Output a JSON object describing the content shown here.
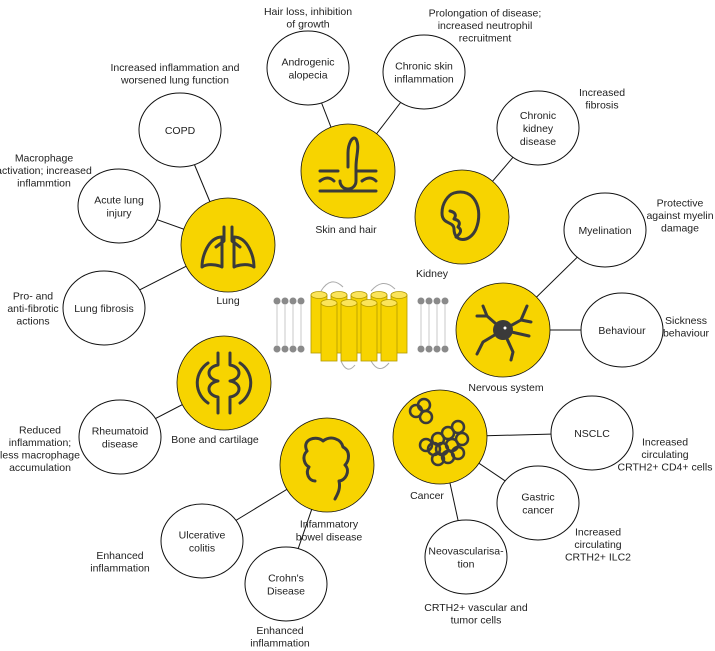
{
  "colors": {
    "hub_fill": "#f7d400",
    "icon": "#3a3a3a",
    "outline": "#111111",
    "membrane": "#8a8a8a"
  },
  "hubs": [
    {
      "id": "lung",
      "label": [
        "Lung"
      ],
      "icon": "lungs-icon"
    },
    {
      "id": "skin",
      "label": [
        "Skin and hair"
      ],
      "icon": "hair-follicle-icon"
    },
    {
      "id": "kidney",
      "label": [
        "Kidney"
      ],
      "icon": "kidney-icon"
    },
    {
      "id": "nervous",
      "label": [
        "Nervous system"
      ],
      "icon": "neuron-icon"
    },
    {
      "id": "bone",
      "label": [
        "Bone and cartilage"
      ],
      "icon": "joint-icon"
    },
    {
      "id": "ibd",
      "label": [
        "Infammatory",
        "bowel disease"
      ],
      "icon": "intestine-icon"
    },
    {
      "id": "cancer",
      "label": [
        "Cancer"
      ],
      "icon": "cancer-cells-icon"
    }
  ],
  "conditions": [
    {
      "id": "copd",
      "hub": "lung",
      "label": [
        "COPD"
      ],
      "effect": [
        "Increased inflammation and",
        "worsened lung function"
      ]
    },
    {
      "id": "ali",
      "hub": "lung",
      "label": [
        "Acute lung",
        "injury"
      ],
      "effect": [
        "Macrophage",
        "activation; increased",
        "inflammtion"
      ]
    },
    {
      "id": "lungfib",
      "hub": "lung",
      "label": [
        "Lung fibrosis"
      ],
      "effect": [
        "Pro- and",
        "anti-fibrotic",
        "actions"
      ]
    },
    {
      "id": "alopecia",
      "hub": "skin",
      "label": [
        "Androgenic",
        "alopecia"
      ],
      "effect": [
        "Hair loss, inhibition",
        "of growth"
      ]
    },
    {
      "id": "skininf",
      "hub": "skin",
      "label": [
        "Chronic skin",
        "inflammation"
      ],
      "effect": [
        "Prolongation of disease;",
        "increased neutrophil",
        "recruitment"
      ]
    },
    {
      "id": "ckd",
      "hub": "kidney",
      "label": [
        "Chronic",
        "kidney",
        "disease"
      ],
      "effect": [
        "Increased",
        "fibrosis"
      ]
    },
    {
      "id": "myelin",
      "hub": "nervous",
      "label": [
        "Myelination"
      ],
      "effect": [
        "Protective",
        "against myelin",
        "damage"
      ]
    },
    {
      "id": "behav",
      "hub": "nervous",
      "label": [
        "Behaviour"
      ],
      "effect": [
        "Sickness",
        "behaviour"
      ]
    },
    {
      "id": "ra",
      "hub": "bone",
      "label": [
        "Rheumatoid",
        "disease"
      ],
      "effect": [
        "Reduced",
        "inflammation;",
        "less macrophage",
        "accumulation"
      ]
    },
    {
      "id": "uc",
      "hub": "ibd",
      "label": [
        "Ulcerative",
        "colitis"
      ],
      "effect": [
        "Enhanced",
        "inflammation"
      ]
    },
    {
      "id": "crohn",
      "hub": "ibd",
      "label": [
        "Crohn's",
        "Disease"
      ],
      "effect": [
        "Enhanced",
        "inflammation"
      ]
    },
    {
      "id": "nsclc",
      "hub": "cancer",
      "label": [
        "NSCLC"
      ],
      "effect": [
        "Increased",
        "circulating",
        "CRTH2+ CD4+ cells"
      ]
    },
    {
      "id": "gastric",
      "hub": "cancer",
      "label": [
        "Gastric",
        "cancer"
      ],
      "effect": [
        "Increased",
        "circulating",
        "CRTH2+ ILC2"
      ]
    },
    {
      "id": "neovasc",
      "hub": "cancer",
      "label": [
        "Neovascularisa-",
        "tion"
      ],
      "effect": [
        "CRTH2+ vascular and",
        "tumor cells"
      ]
    }
  ]
}
